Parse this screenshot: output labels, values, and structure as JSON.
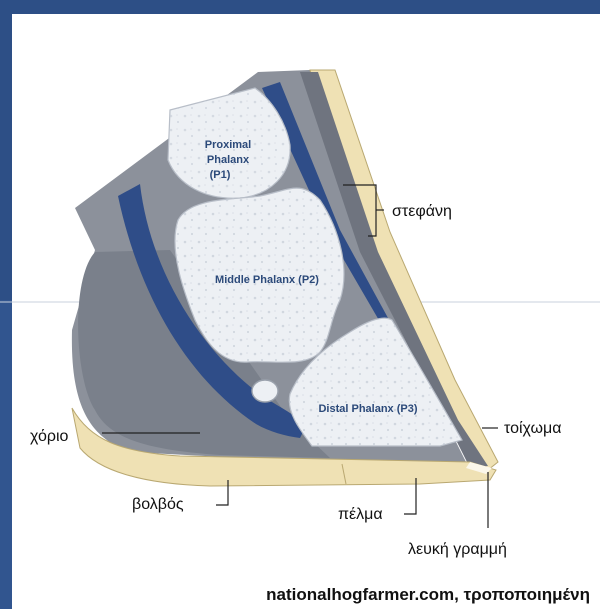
{
  "diagram": {
    "bones": {
      "proximal": {
        "line1": "Proximal",
        "line2": "Phalanx",
        "line3": "(P1)"
      },
      "middle": "Middle Phalanx (P2)",
      "distal": "Distal Phalanx (P3)"
    },
    "labels": {
      "coronet": "στεφάνη",
      "wall": "τοίχωμα",
      "corium": "χόριο",
      "bulb": "βολβός",
      "sole": "πέλμα",
      "white_line": "λευκή γραμμή"
    },
    "caption": "nationalhogfarmer.com, τροποποιημένη"
  },
  "colors": {
    "background_frame": "#2d4f86",
    "panel": "#ffffff",
    "gray_tissue": "#8c919b",
    "dark_gray": "#6f747f",
    "blue_band": "#2f4d88",
    "bone_fill": "#edf0f4",
    "hoof_cream": "#efe1b4"
  }
}
